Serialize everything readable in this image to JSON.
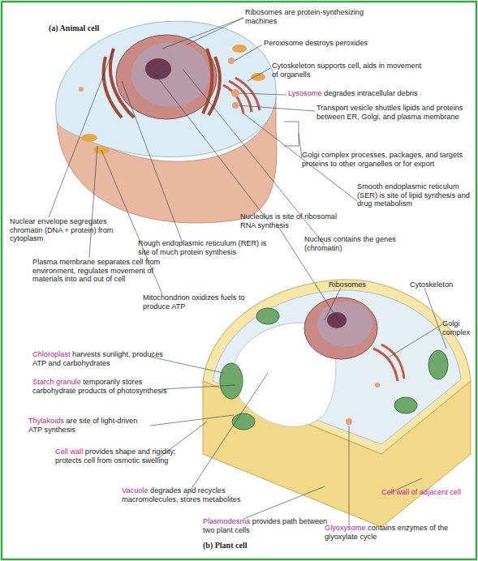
{
  "diagram": {
    "labels": [
      "(a) Animal cell",
      "Ribosomes are protein-synthesizing machines",
      "Peroxisome destroys peroxides",
      "Cytoskeleton supports cell, aids in movement of organells",
      "Lysosome degrades intracellular debris",
      "Transport vesicle shuttles lipids and proteins between ER, Golgi, and plasma membrane",
      "Golgi complex processes, packages, and targets proteins to other organelles or for export",
      "Smooth endoplasmic reticulum (SER) is site of lipid synthesis and drug metabolism",
      "Nuclear envelope segregates chromatin (DNA + protein) from cytoplasm",
      "Nucleolus is site of ribosomal RNA synthesis",
      "Nucleus contains the genes (chromatin)",
      "Rough endoplasmic reticulum (RER) is site of much protein synthesis",
      "Plasma membrane separates cell from environment, regulates movement of materials into and out of cell",
      "Mitochondrion oxidizes fuels to produce ATP",
      "Ribosomes",
      "Cytoskeleton",
      "Golgi complex",
      "Chloroplast harvests sunlight, produces ATP and carbohydrates",
      "Starch granule temporarily stores carbohydrate products of photosynthesis",
      "Thylakoids are site of light-driven ATP synthesis",
      "Cell wall provides shape and rigidity; protects cell from osmotic swelling",
      "Vacuole degrades and recycles macromolecules, stores metabolites",
      "Plasmodesma provides path between two plant cells",
      "Cell wall of adjacent cell",
      "Glyoxysome contains enzymes of the glyoxylate cycle",
      "(b) Plant cell"
    ]
  }
}
